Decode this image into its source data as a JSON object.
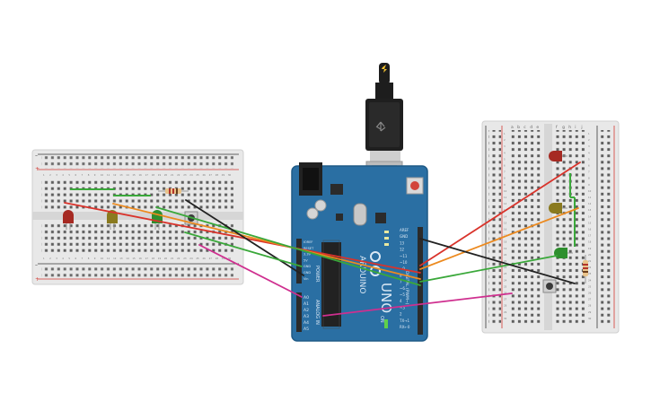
{
  "arduino": {
    "brand": "ARDUINO",
    "model": "UNO",
    "power_header_label": "POWER",
    "analog_header_label": "ANALOG IN",
    "digital_header_label": "DIGITAL (PWM~)",
    "power_pins": [
      "IOREF",
      "RESET",
      "3.3V",
      "5V",
      "GND",
      "GND",
      "Vin"
    ],
    "analog_pins": [
      "A0",
      "A1",
      "A2",
      "A3",
      "A4",
      "A5"
    ],
    "digital_pins": [
      "AREF",
      "GND",
      "13",
      "12",
      "~11",
      "~10",
      "~9",
      "8",
      "7",
      "~6",
      "~5",
      "4",
      "~3",
      "2",
      "TX→1",
      "RX←0"
    ],
    "on_label": "ON",
    "colors": {
      "board": "#2a6fa3",
      "board_dark": "#1f5a86",
      "header": "#2b2b2b",
      "silk": "#dce9f5"
    }
  },
  "left_breadboard": {
    "column_numbers_count": 30,
    "row_letters_top": [
      "j",
      "i",
      "h",
      "g",
      "f"
    ],
    "row_letters_bottom": [
      "e",
      "d",
      "c",
      "b",
      "a"
    ]
  },
  "right_breadboard": {
    "column_letters": [
      "a",
      "b",
      "c",
      "d",
      "e",
      "f",
      "g",
      "h",
      "i",
      "j"
    ],
    "row_numbers_count": 30
  },
  "components": {
    "leds_left": [
      "red",
      "yellow",
      "green"
    ],
    "leds_right": [
      "red",
      "yellow",
      "green"
    ],
    "pushbuttons": 2,
    "resistors": 2
  },
  "wire_colors": {
    "red": "#d9332b",
    "orange": "#ec8a1f",
    "green": "#3aa83a",
    "black": "#222222",
    "magenta": "#cf2f8f"
  }
}
